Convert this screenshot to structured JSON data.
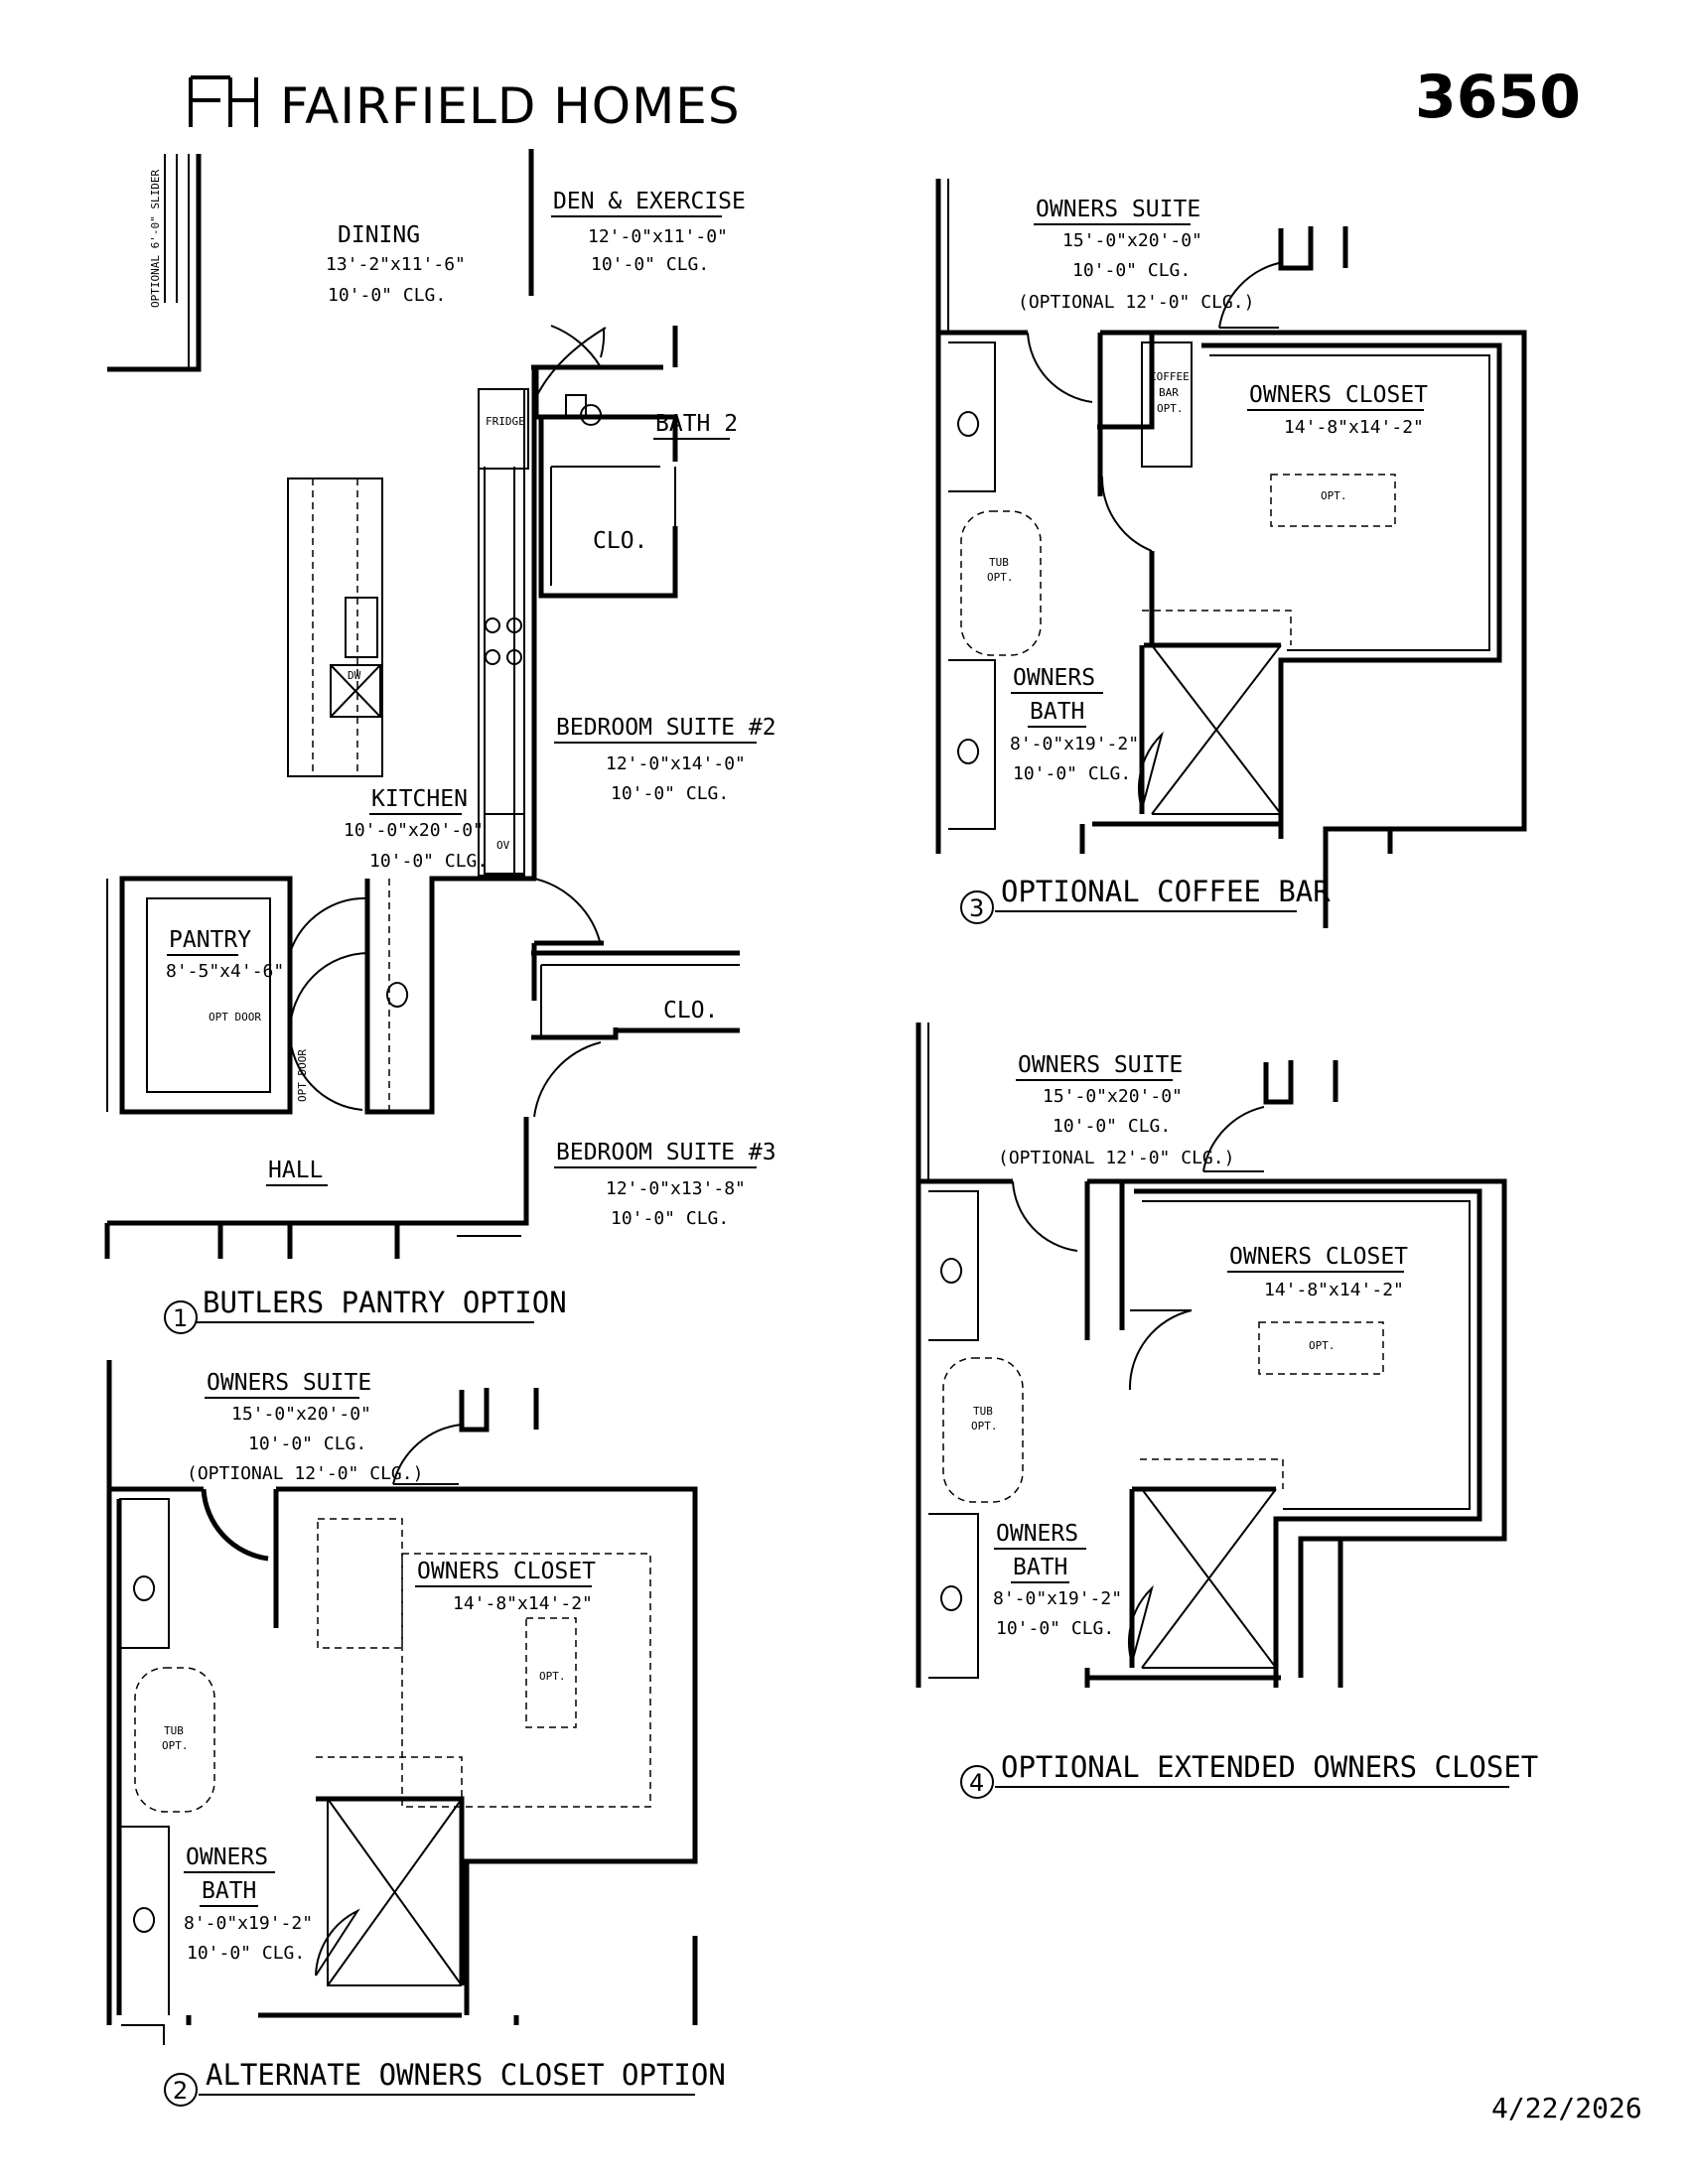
{
  "header": {
    "brand_mark": "FH",
    "brand_name": "FAIRFIELD HOMES",
    "plan_number": "3650",
    "date": "4/22/2026"
  },
  "option1": {
    "caption_num": "1",
    "caption": "BUTLERS PANTRY OPTION",
    "slider": "OPTIONAL 6'-0\" SLIDER",
    "dining": {
      "name": "DINING",
      "size": "13'-2\"x11'-6\"",
      "clg": "10'-0\" CLG."
    },
    "den": {
      "name": "DEN & EXERCISE",
      "size": "12'-0\"x11'-0\"",
      "clg": "10'-0\" CLG."
    },
    "bath2": {
      "name": "BATH 2"
    },
    "fridge": "FRIDGE",
    "clo_a": "CLO.",
    "dw": "DW",
    "bed2": {
      "name": "BEDROOM SUITE #2",
      "size": "12'-0\"x14'-0\"",
      "clg": "10'-0\" CLG."
    },
    "kitchen": {
      "name": "KITCHEN",
      "size": "10'-0\"x20'-0\"",
      "clg": "10'-0\" CLG."
    },
    "ov": "OV",
    "pantry": {
      "name": "PANTRY",
      "size": "8'-5\"x4'-6\""
    },
    "opt_door_h": "OPT DOOR",
    "opt_door_v": "OPT DOOR",
    "clo_b": "CLO.",
    "hall": "HALL",
    "bed3": {
      "name": "BEDROOM SUITE #3",
      "size": "12'-0\"x13'-8\"",
      "clg": "10'-0\" CLG."
    }
  },
  "option2": {
    "caption_num": "2",
    "caption": "ALTERNATE OWNERS CLOSET OPTION",
    "suite": {
      "name": "OWNERS SUITE",
      "size": "15'-0\"x20'-0\"",
      "clg": "10'-0\" CLG.",
      "opt_clg": "(OPTIONAL 12'-0\" CLG.)"
    },
    "closet": {
      "name": "OWNERS CLOSET",
      "size": "14'-8\"x14'-2\""
    },
    "opt": "OPT.",
    "tub": "TUB",
    "tub_opt": "OPT.",
    "bath": {
      "name1": "OWNERS",
      "name2": "BATH",
      "size": "8'-0\"x19'-2\"",
      "clg": "10'-0\" CLG."
    }
  },
  "option3": {
    "caption_num": "3",
    "caption": "OPTIONAL COFFEE BAR",
    "suite": {
      "name": "OWNERS SUITE",
      "size": "15'-0\"x20'-0\"",
      "clg": "10'-0\" CLG.",
      "opt_clg": "(OPTIONAL 12'-0\" CLG.)"
    },
    "coffee1": "COFFEE",
    "coffee2": "BAR",
    "coffee3": "OPT.",
    "closet": {
      "name": "OWNERS CLOSET",
      "size": "14'-8\"x14'-2\""
    },
    "opt": "OPT.",
    "tub": "TUB",
    "tub_opt": "OPT.",
    "bath": {
      "name1": "OWNERS",
      "name2": "BATH",
      "size": "8'-0\"x19'-2\"",
      "clg": "10'-0\" CLG."
    }
  },
  "option4": {
    "caption_num": "4",
    "caption": "OPTIONAL EXTENDED OWNERS CLOSET",
    "suite": {
      "name": "OWNERS SUITE",
      "size": "15'-0\"x20'-0\"",
      "clg": "10'-0\" CLG.",
      "opt_clg": "(OPTIONAL 12'-0\" CLG.)"
    },
    "closet": {
      "name": "OWNERS CLOSET",
      "size": "14'-8\"x14'-2\""
    },
    "opt": "OPT.",
    "tub": "TUB",
    "tub_opt": "OPT.",
    "bath": {
      "name1": "OWNERS",
      "name2": "BATH",
      "size": "8'-0\"x19'-2\"",
      "clg": "10'-0\" CLG."
    }
  }
}
